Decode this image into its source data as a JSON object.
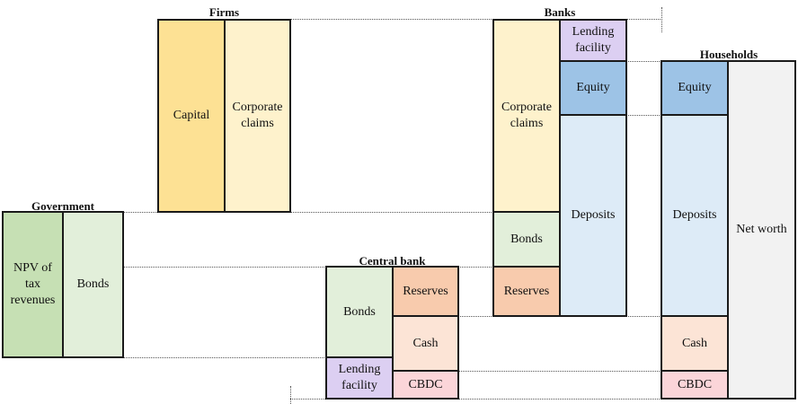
{
  "sectors": {
    "firms": {
      "title": "Firms",
      "capital": "Capital",
      "corporate_claims": "Corporate\nclaims",
      "colors": {
        "capital": "#FDE194",
        "corporate_claims": "#FEF2CC"
      }
    },
    "banks": {
      "title": "Banks",
      "corporate_claims": "Corporate\nclaims",
      "bonds": "Bonds",
      "reserves": "Reserves",
      "lending_facility": "Lending\nfacility",
      "equity": "Equity",
      "deposits": "Deposits"
    },
    "households": {
      "title": "Households",
      "equity": "Equity",
      "deposits": "Deposits",
      "cash": "Cash",
      "cbdc": "CBDC",
      "net_worth": "Net worth"
    },
    "government": {
      "title": "Government",
      "npv_tax_revenues": "NPV of\ntax\nrevenues",
      "bonds": "Bonds"
    },
    "central_bank": {
      "title": "Central bank",
      "bonds": "Bonds",
      "lending_facility": "Lending\nfacility",
      "reserves": "Reserves",
      "cash": "Cash",
      "cbdc": "CBDC"
    }
  },
  "colors": {
    "capital": "#FDE194",
    "corporate_claims": "#FEF2CC",
    "bonds": "#E2EFDA",
    "npv": "#C6E0B4",
    "reserves": "#F8CBAD",
    "cash": "#FCE4D6",
    "cbdc": "#FBD5D9",
    "lending_facility": "#DCCFF2",
    "equity": "#9DC3E6",
    "deposits": "#DDEBF7",
    "net_worth": "#F2F2F2"
  }
}
